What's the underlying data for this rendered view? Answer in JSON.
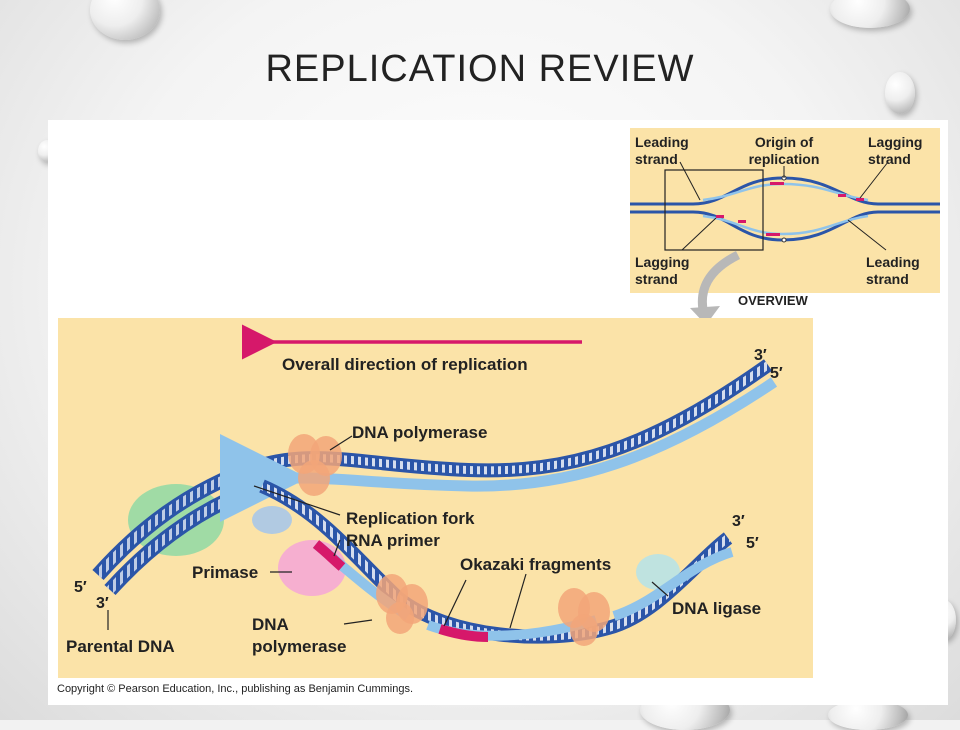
{
  "slide": {
    "title": "REPLICATION  REVIEW",
    "copyright": "Copyright © Pearson Education, Inc., publishing as Benjamin Cummings."
  },
  "overview": {
    "leading_strand_top": [
      "Leading",
      "strand"
    ],
    "origin": [
      "Origin of",
      "replication"
    ],
    "lagging_strand_top": [
      "Lagging",
      "strand"
    ],
    "lagging_strand_bottom": [
      "Lagging",
      "strand"
    ],
    "leading_strand_bottom": [
      "Leading",
      "strand"
    ],
    "caption": "OVERVIEW"
  },
  "main": {
    "direction": "Overall direction of replication",
    "top_3": "3′",
    "top_5": "5′",
    "dna_polymerase_top": "DNA polymerase",
    "replication_fork": "Replication fork",
    "rna_primer": "RNA primer",
    "primase": "Primase",
    "okazaki": "Okazaki fragments",
    "right_3": "3′",
    "right_5": "5′",
    "dna_ligase": "DNA ligase",
    "left_5": "5′",
    "left_3": "3′",
    "dna_poly_bottom": [
      "DNA",
      "polymerase"
    ],
    "parental_dna": "Parental DNA"
  },
  "colors": {
    "panel": "#fbe3a8",
    "strand_dark": "#2b55a8",
    "strand_light": "#8fc3ea",
    "primer": "#d6186a",
    "arrow": "#d6186a",
    "polymerase": "#f2a679"
  }
}
